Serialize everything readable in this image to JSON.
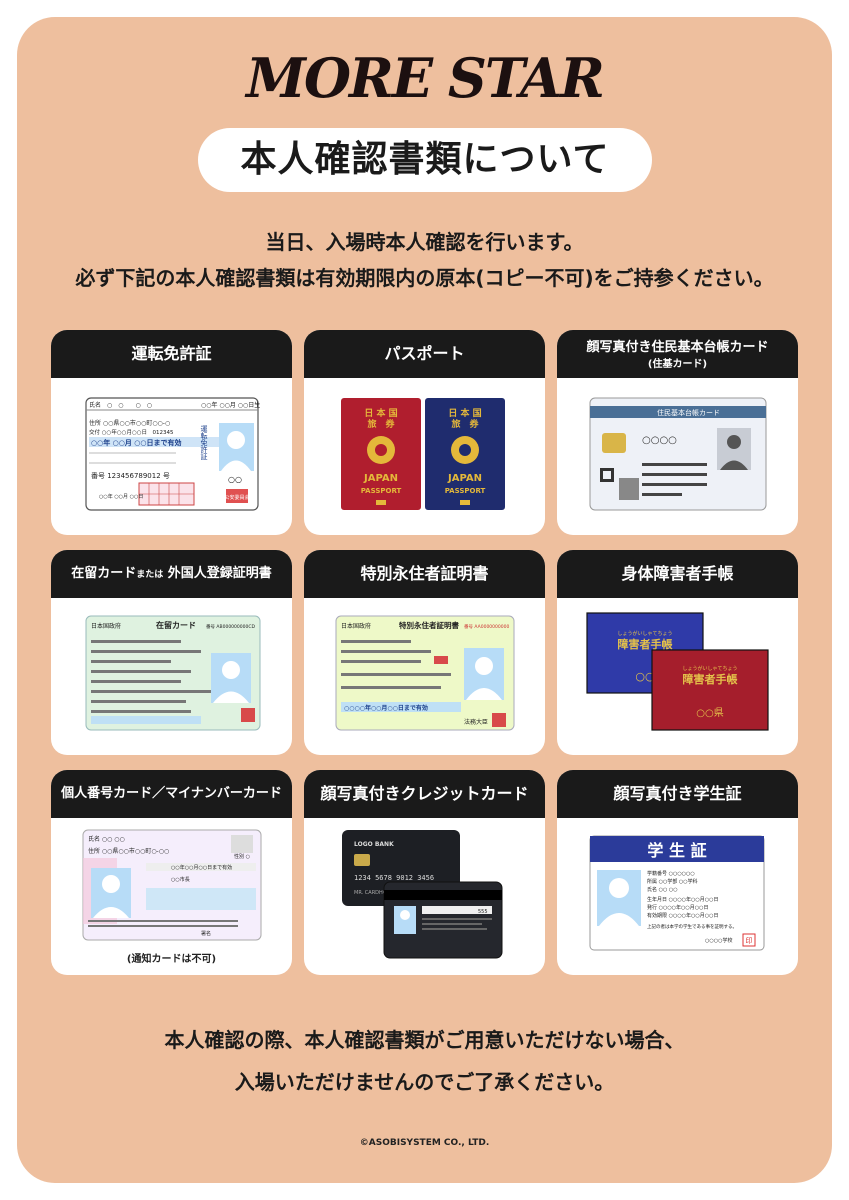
{
  "logo": "MORE STAR",
  "title": "本人確認書類について",
  "intro": [
    "当日、入場時本人確認を行います。",
    "必ず下記の本人確認書類は有効期限内の原本(コピー不可)をご持参ください。"
  ],
  "cards": [
    {
      "title": "運転免許証",
      "sub": ""
    },
    {
      "title": "パスポート",
      "sub": ""
    },
    {
      "title": "顔写真付き住民基本台帳カード",
      "sub": "(住基カード)"
    },
    {
      "title": "在留カード",
      "mid": "または",
      "tail": "外国人登録証明書"
    },
    {
      "title": "特別永住者証明書"
    },
    {
      "title": "身体障害者手帳"
    },
    {
      "title": "個人番号カード／マイナンバーカード",
      "note": "(通知カードは不可)"
    },
    {
      "title": "顔写真付きクレジットカード"
    },
    {
      "title": "顔写真付き学生証"
    }
  ],
  "illus": {
    "license": {
      "name": "氏名　○　○　　○　○",
      "date": "○○年 ○○月 ○○日生",
      "addr": "住所 ○○県○○市○○町○○-○",
      "issue": "交付 ○○年○○月○○日　012345",
      "valid": "○○年 ○○月 ○○日まで有効",
      "number": "番号 123456789012 号",
      "side": "運転免許証",
      "seal": "公安委員会"
    },
    "passport": {
      "top1": "日 本 国",
      "top2": "旅　券",
      "country": "JAPAN",
      "word": "PASSPORT"
    },
    "juki": {
      "header": "住民基本台帳カード",
      "circles": "○○○○"
    },
    "zairyu": {
      "gov": "日本国政府",
      "title": "在留カード",
      "num": "番号 AB000000000CD"
    },
    "tokubetsu": {
      "gov": "日本国政府",
      "title": "特別永住者証明書",
      "num": "番号 AA0000000000",
      "valid": "○○○○年○○月○○日まで有効",
      "sign": "法務大臣"
    },
    "techo": {
      "ruby": "しょうがいしゃてちょう",
      "title": "障害者手帳",
      "pref": "○○県",
      "circle": "○○"
    },
    "mynumber": {
      "name": "氏名 ○○ ○○",
      "addr": "住所 ○○県○○市○○町○-○○",
      "sex": "性別 ○",
      "valid": "○○年○○月○○日まで有効",
      "mark": "○○市長",
      "bottom": "署名"
    },
    "credit": {
      "bank": "LOGO BANK",
      "number": "1234 5678 9012 3456",
      "holder": "MR. CARDHOLDER",
      "code": "555"
    },
    "gakusei": {
      "title": "学 生 証",
      "row1": "学籍番号 ○○○○○○",
      "row2": "所属 ○○学部 ○○学科",
      "row3": "氏名 ○○ ○○",
      "row4": "生年月日 ○○○○年○○月○○日",
      "row5": "発行 ○○○○年○○月○○日",
      "row6": "有効期限 ○○○○年○○月○○日",
      "note": "上記の者は本学の学生である事を証明する。",
      "school": "○○○○学校",
      "seal": "印"
    }
  },
  "bottom": [
    "本人確認の際、本人確認書類がご用意いただけない場合、",
    "入場いただけませんのでご了承ください。"
  ],
  "copyright": "©ASOBISYSTEM CO., LTD."
}
